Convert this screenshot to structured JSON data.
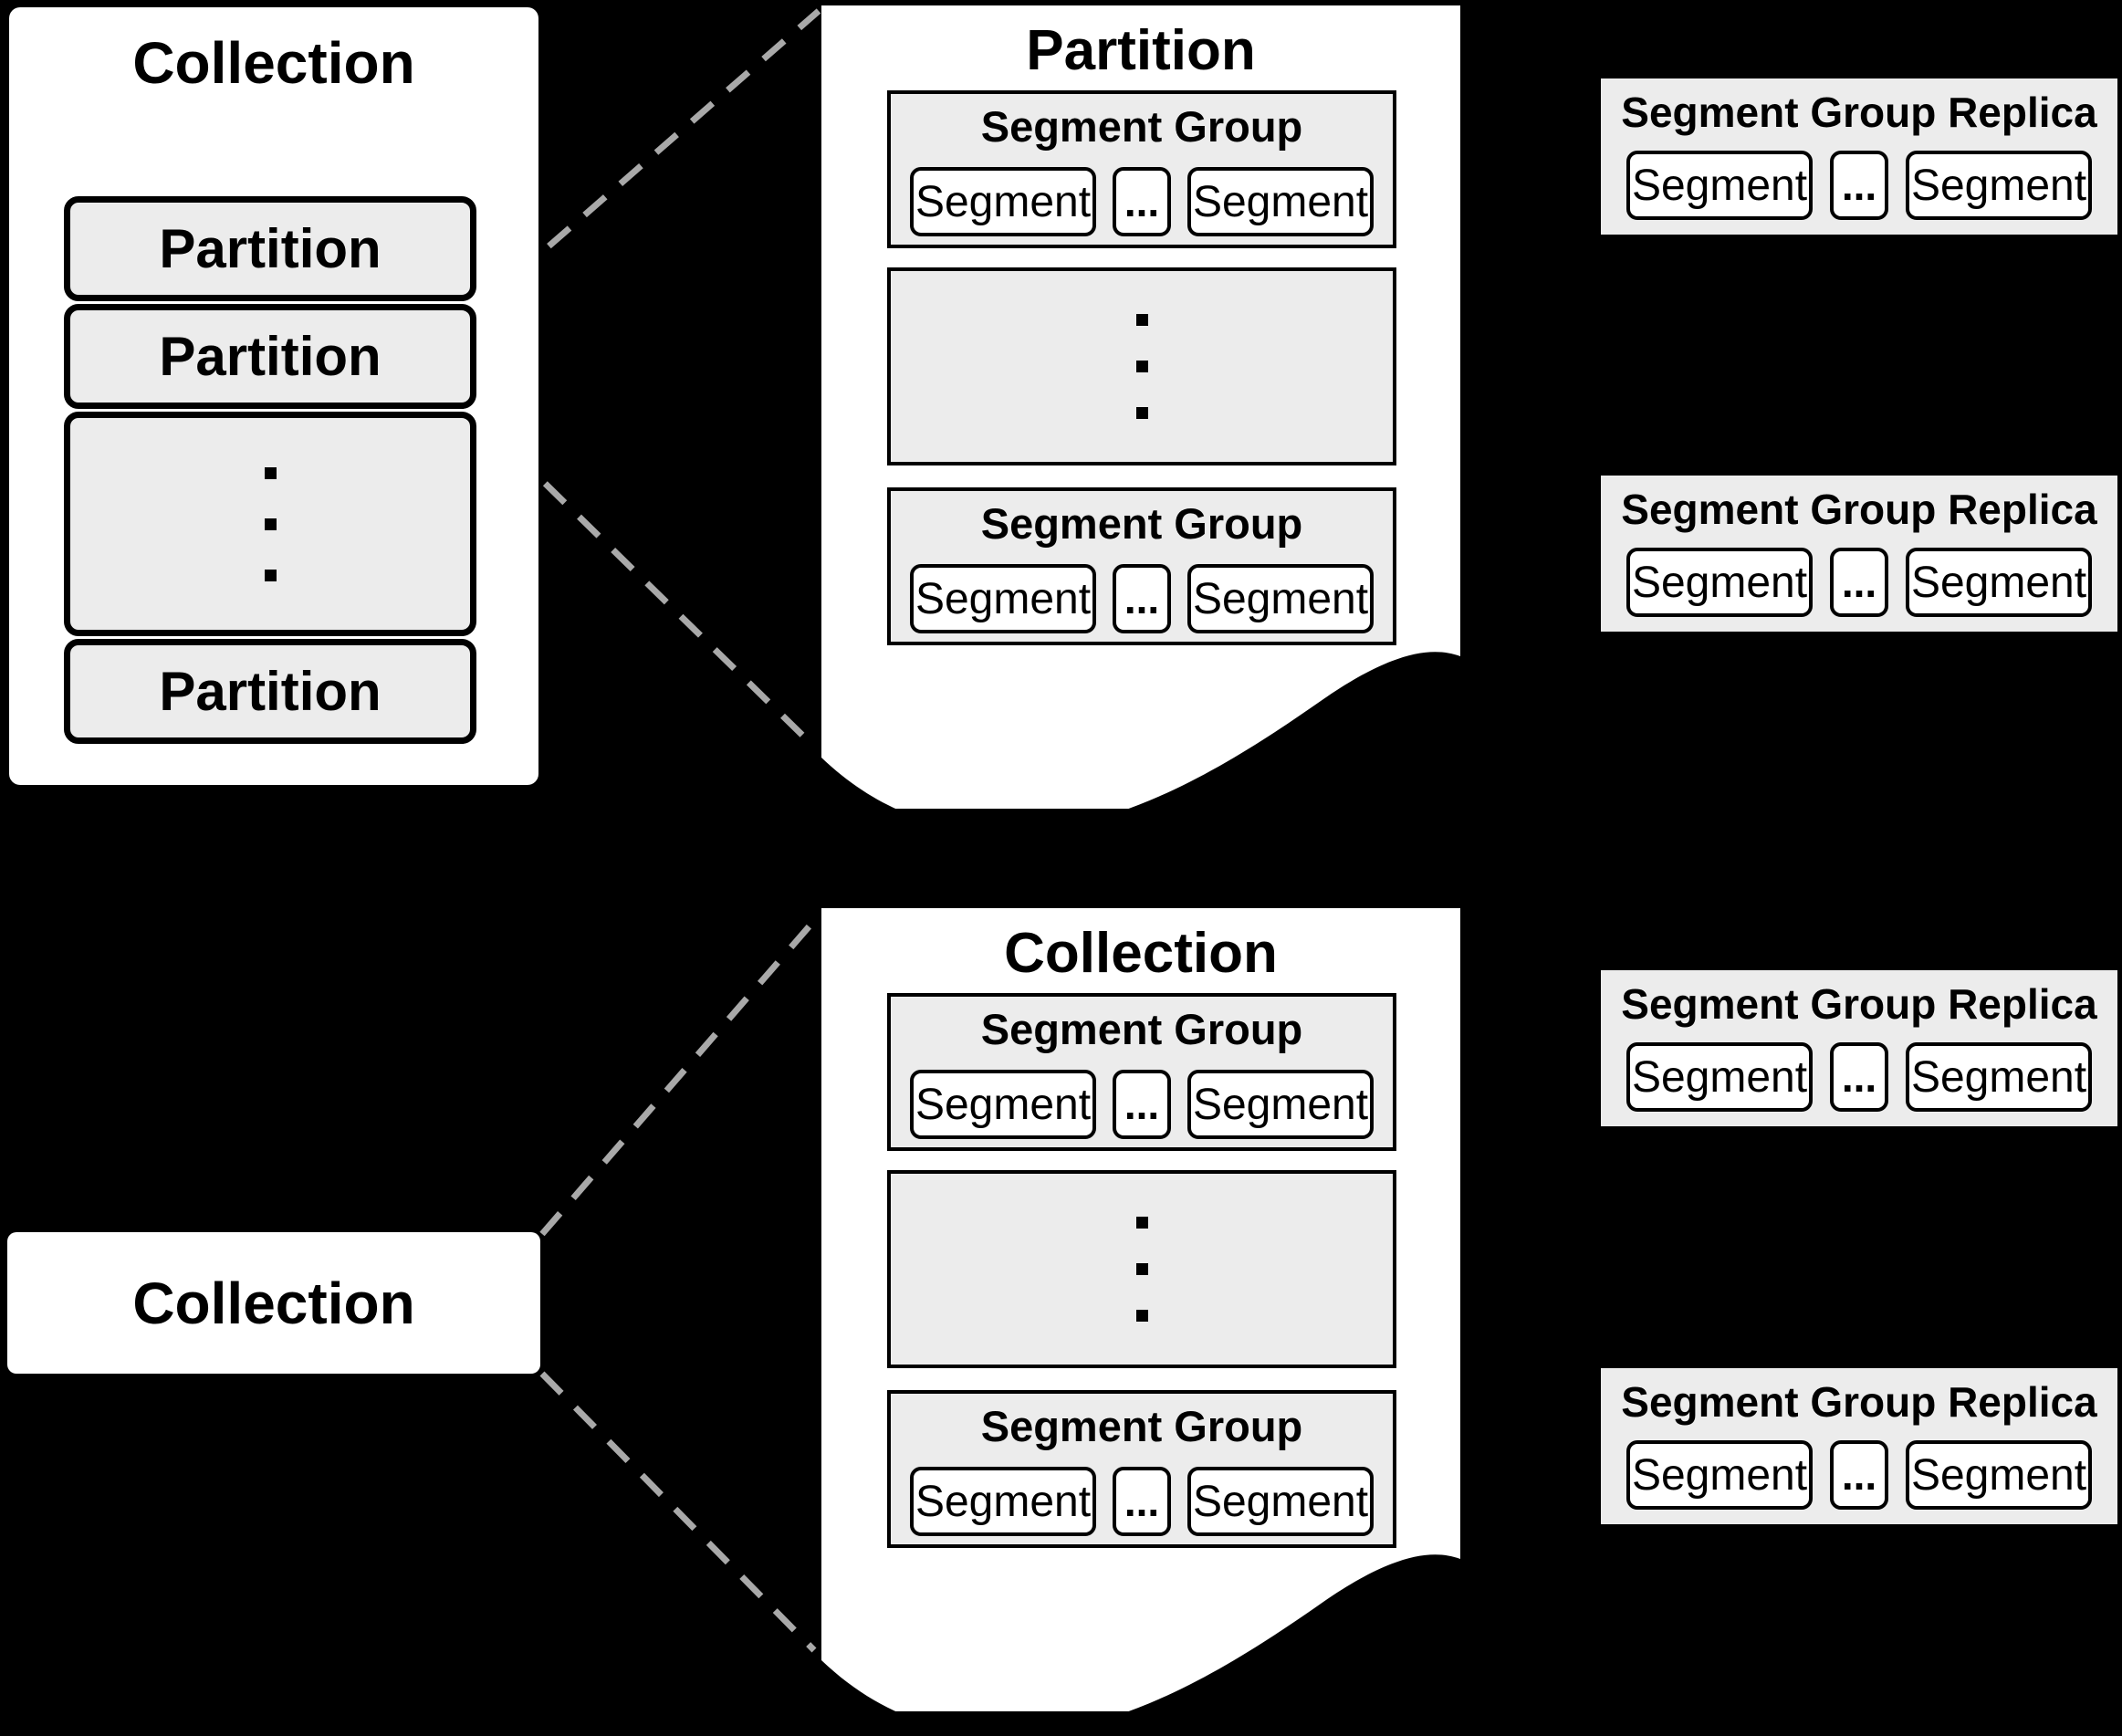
{
  "colors": {
    "background": "#000000",
    "page_fill": "#ffffff",
    "box_fill": "#ececec",
    "border": "#000000",
    "connector_line": "#a9a9a9"
  },
  "top_left_collection": {
    "title": "Collection",
    "partitions": [
      "Partition",
      "Partition",
      "Partition"
    ]
  },
  "top_detail_page": {
    "title": "Partition",
    "segment_groups": [
      {
        "title": "Segment Group",
        "segments": [
          "Segment",
          "...",
          "Segment"
        ]
      },
      {
        "title": "Segment Group",
        "segments": [
          "Segment",
          "...",
          "Segment"
        ]
      }
    ]
  },
  "bottom_left_collection": {
    "title": "Collection"
  },
  "bottom_detail_page": {
    "title": "Collection",
    "segment_groups": [
      {
        "title": "Segment Group",
        "segments": [
          "Segment",
          "...",
          "Segment"
        ]
      },
      {
        "title": "Segment Group",
        "segments": [
          "Segment",
          "...",
          "Segment"
        ]
      }
    ]
  },
  "replicas": [
    {
      "title": "Segment Group Replica",
      "segments": [
        "Segment",
        "...",
        "Segment"
      ]
    },
    {
      "title": "Segment Group Replica",
      "segments": [
        "Segment",
        "...",
        "Segment"
      ]
    },
    {
      "title": "Segment Group Replica",
      "segments": [
        "Segment",
        "...",
        "Segment"
      ]
    },
    {
      "title": "Segment Group Replica",
      "segments": [
        "Segment",
        "...",
        "Segment"
      ]
    }
  ]
}
